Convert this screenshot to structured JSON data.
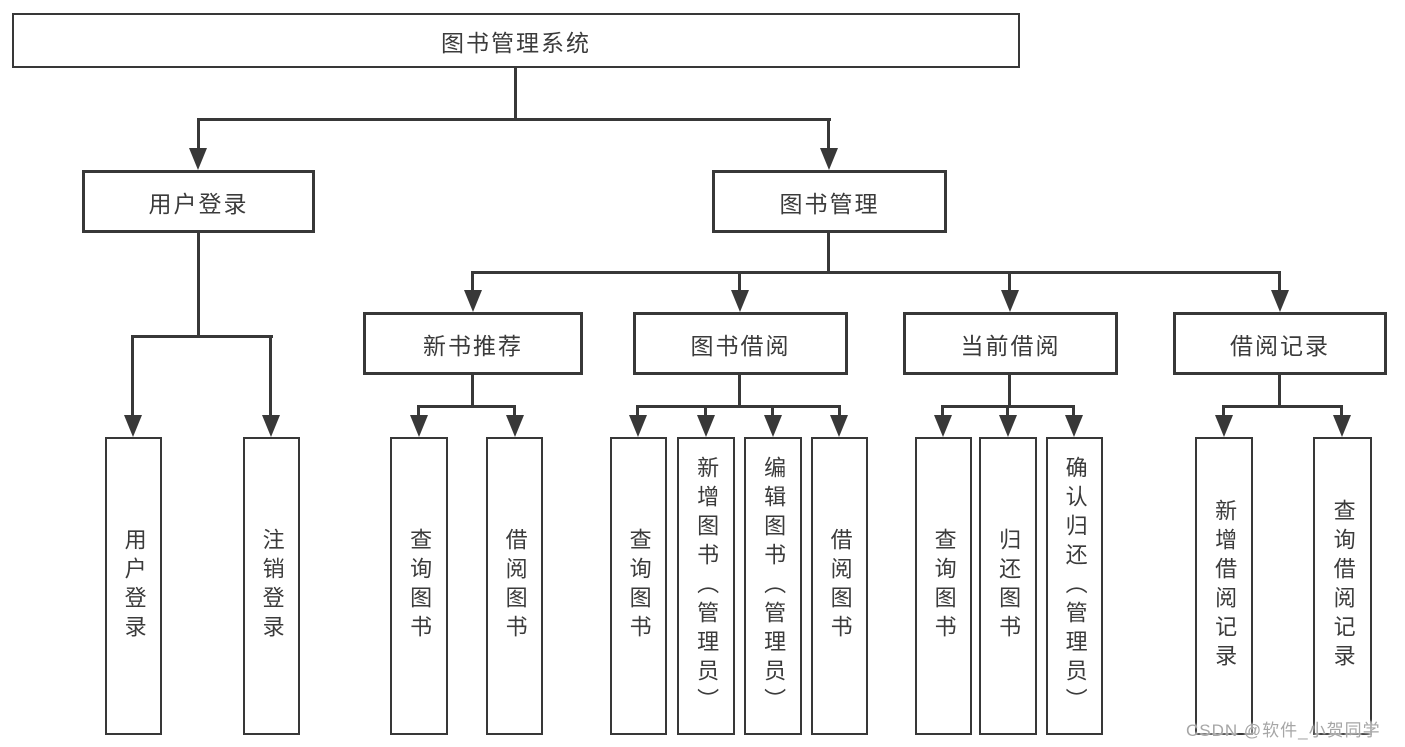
{
  "colors": {
    "line": "#383838",
    "text": "#3b3b3b",
    "bg": "#ffffff",
    "watermark": "#a6a6a6"
  },
  "root": {
    "label": "图书管理系统"
  },
  "level2": {
    "user_login": "用户登录",
    "book_management": "图书管理"
  },
  "level3": {
    "new_books": "新书推荐",
    "book_borrow": "图书借阅",
    "current_borrow": "当前借阅",
    "borrow_records": "借阅记录"
  },
  "leaves": {
    "user_login": "用户登录",
    "logout": "注销登录",
    "nb_query": "查询图书",
    "nb_borrow": "借阅图书",
    "bb_query": "查询图书",
    "bb_add": "新增图书（管理员）",
    "bb_edit": "编辑图书（管理员）",
    "bb_borrow": "借阅图书",
    "cb_query": "查询图书",
    "cb_return": "归还图书",
    "cb_confirm": "确认归还（管理员）",
    "br_add": "新增借阅记录",
    "br_query": "查询借阅记录"
  },
  "watermark": "CSDN @软件_小贺同学"
}
